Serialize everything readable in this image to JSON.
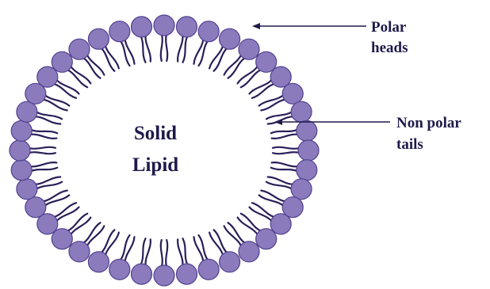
{
  "diagram": {
    "core_label_line1": "Solid",
    "core_label_line2": "Lipid",
    "heads_label_line1": "Polar",
    "heads_label_line2": "heads",
    "tails_label_line1": "Non polar",
    "tails_label_line2": "tails"
  },
  "colors": {
    "head_fill": "#8b7bbd",
    "tail_stroke": "#2b1f59",
    "text": "#1f1a4a"
  }
}
